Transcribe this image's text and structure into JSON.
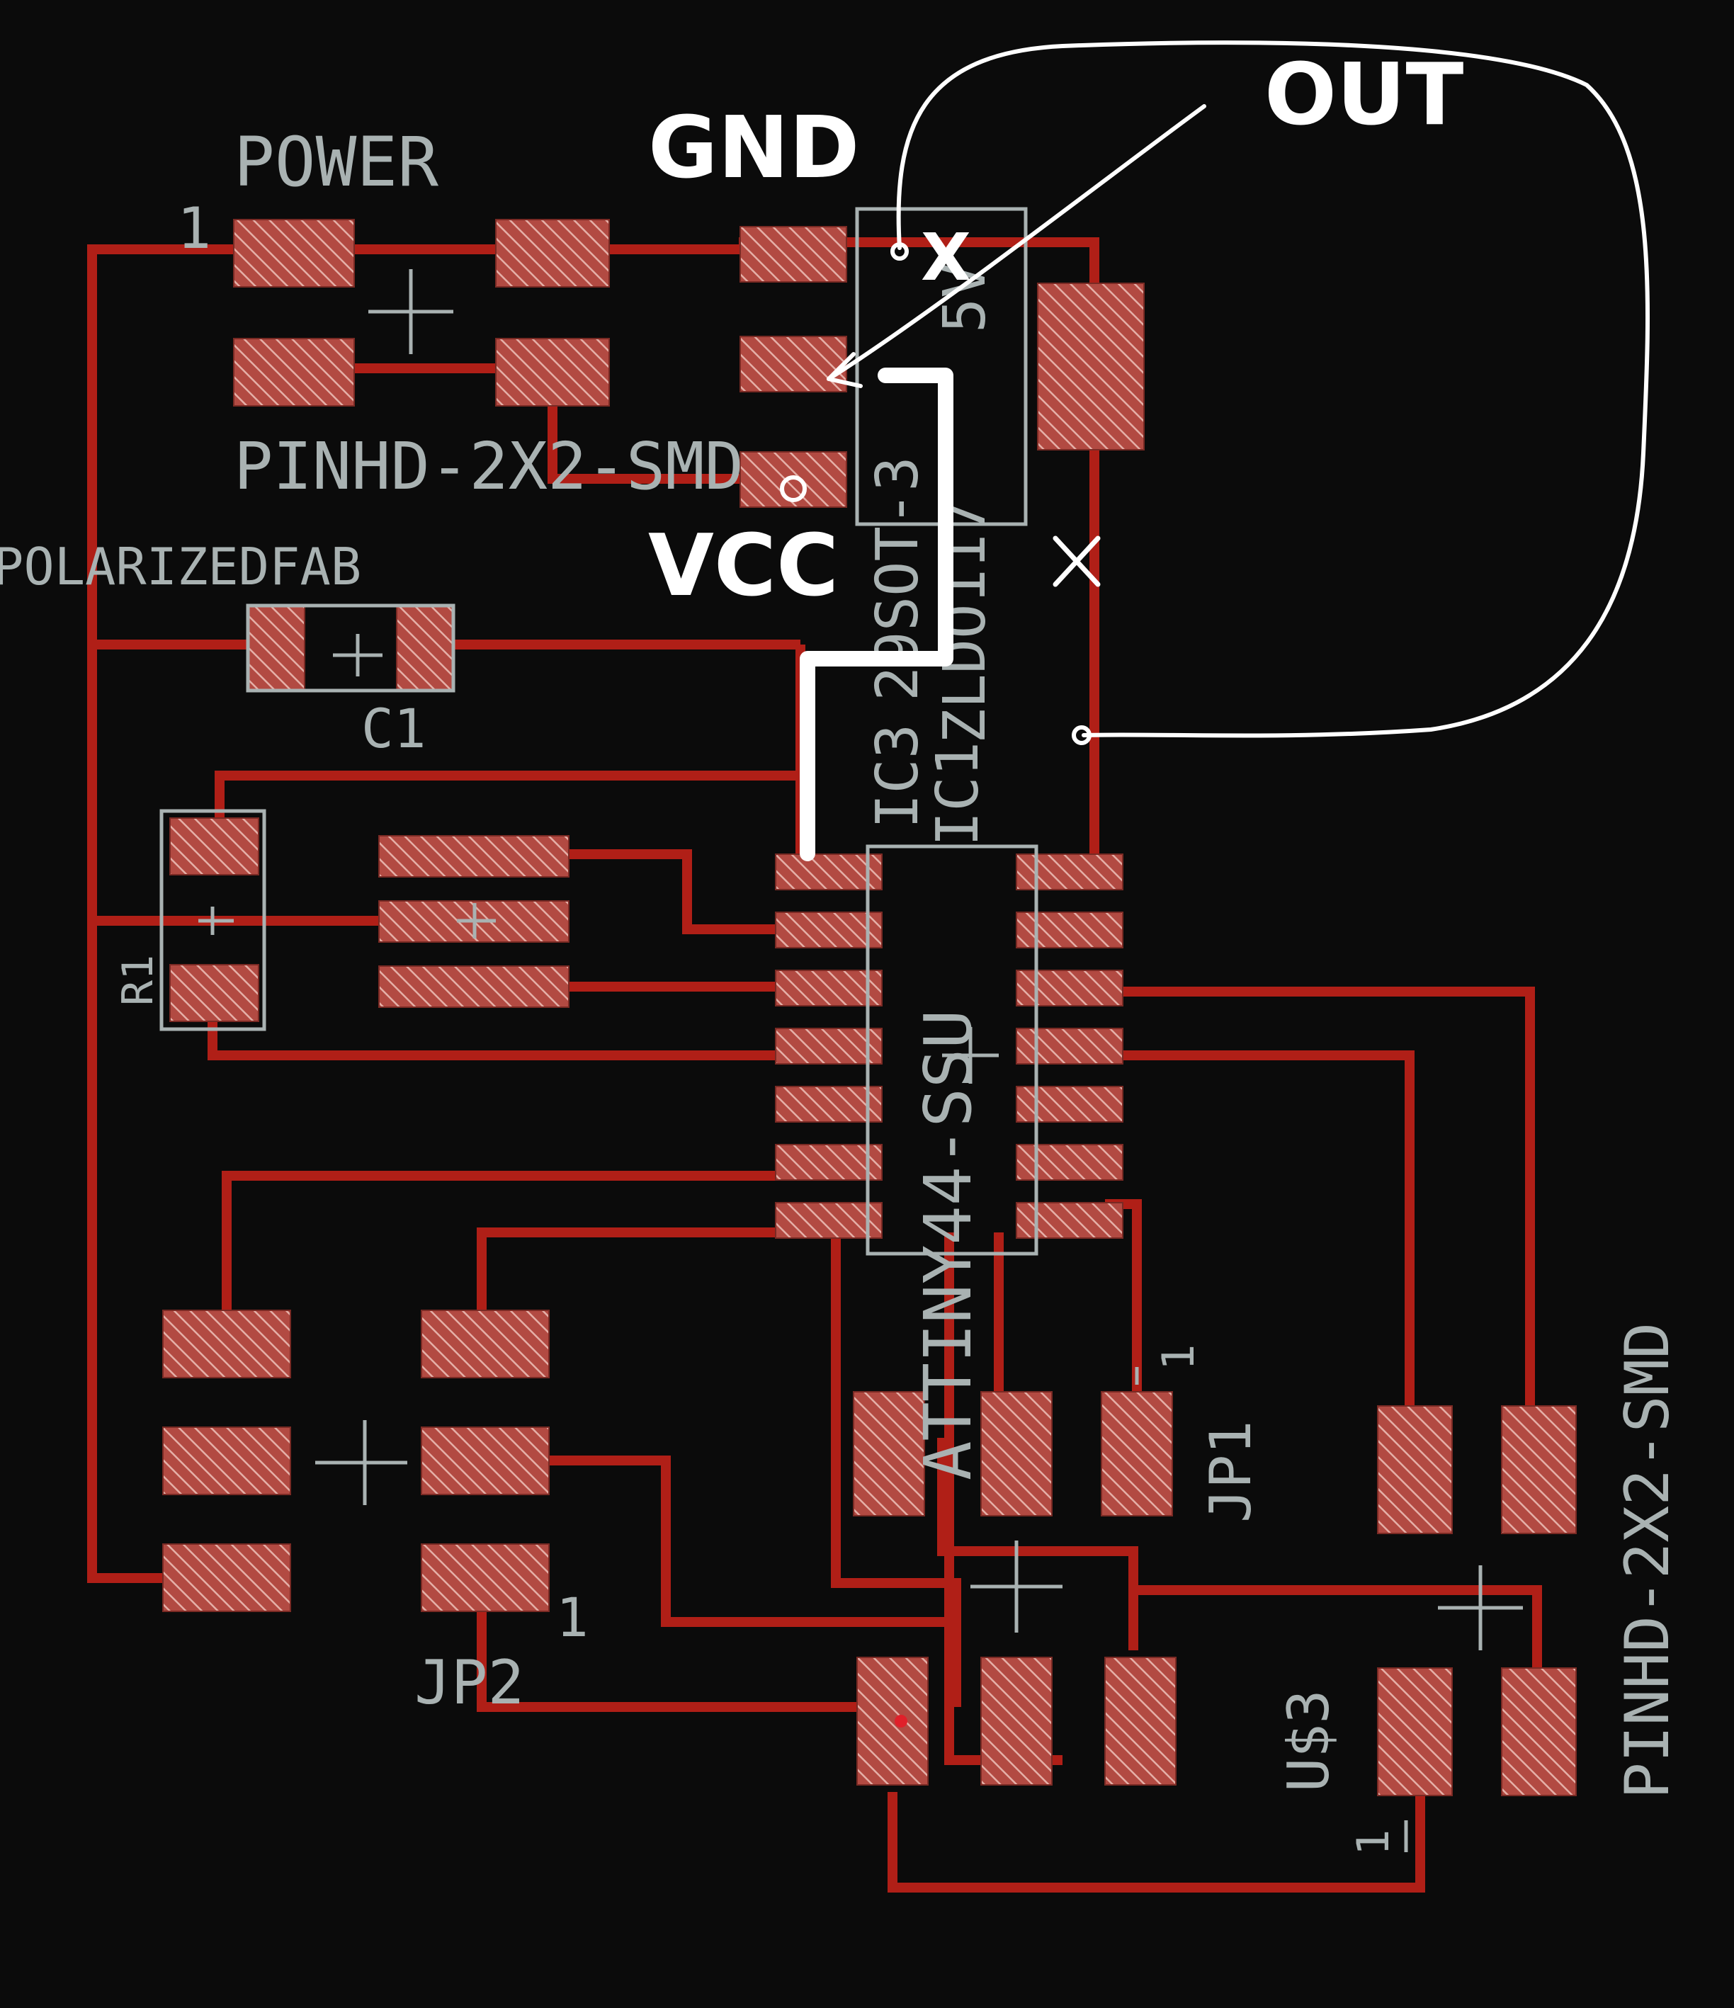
{
  "labels": {
    "power": "POWER",
    "power_pin1": "1",
    "pinhd_top": "PINHD-2X2-SMD",
    "polarized": "POLARIZEDFAB",
    "c1": "C1",
    "r1": "R1",
    "ic_reg_1": "IC3",
    "ic_reg_2": "29SOT-3",
    "ic_reg_3": "ZLDO117",
    "ic_reg_4": "5V",
    "ic1": "IC1",
    "attiny": "ATTINY44-SSU",
    "jp1": "JP1",
    "jp1_pin1": "1",
    "jp2": "JP2",
    "jp2_pin1": "1",
    "us3": "U$3",
    "us3_pin1": "1",
    "pinhd_right": "PINHD-2X2-SMD"
  },
  "annotations": {
    "gnd": "GND",
    "out": "OUT",
    "vcc": "VCC",
    "x_mark": "X"
  },
  "colors": {
    "background": "#0b0b0b",
    "trace": "#b01f17",
    "pad": "#b85149",
    "silkscreen": "#a9b2b2",
    "annotation": "#ffffff"
  }
}
